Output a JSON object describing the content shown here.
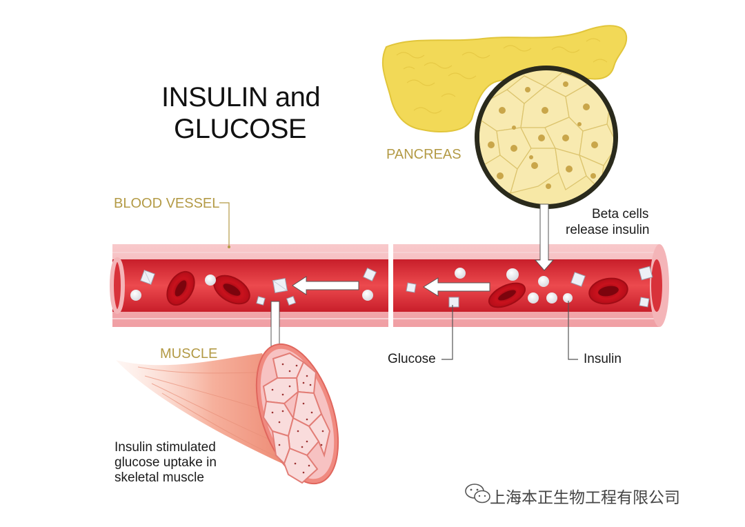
{
  "title": {
    "line1": "INSULIN and",
    "line2": "GLUCOSE"
  },
  "labels": {
    "pancreas": "PANCREAS",
    "blood_vessel": "BLOOD VESSEL",
    "muscle": "MUSCLE",
    "beta_cells_1": "Beta cells",
    "beta_cells_2": "release insulin",
    "glucose": "Glucose",
    "insulin": "Insulin",
    "uptake_1": "Insulin stimulated",
    "uptake_2": "glucose uptake in",
    "uptake_3": "skeletal muscle"
  },
  "watermark": "上海本正生物工程有限公司",
  "colors": {
    "pancreas": "#f3dc5c",
    "vessel_wall": "#f4b5b8",
    "blood": "#e03238",
    "red_cell": "#c8121d",
    "label_gold": "#b39a45",
    "muscle": "#f2a58f"
  },
  "icons": {
    "watermark": "wechat-icon"
  }
}
